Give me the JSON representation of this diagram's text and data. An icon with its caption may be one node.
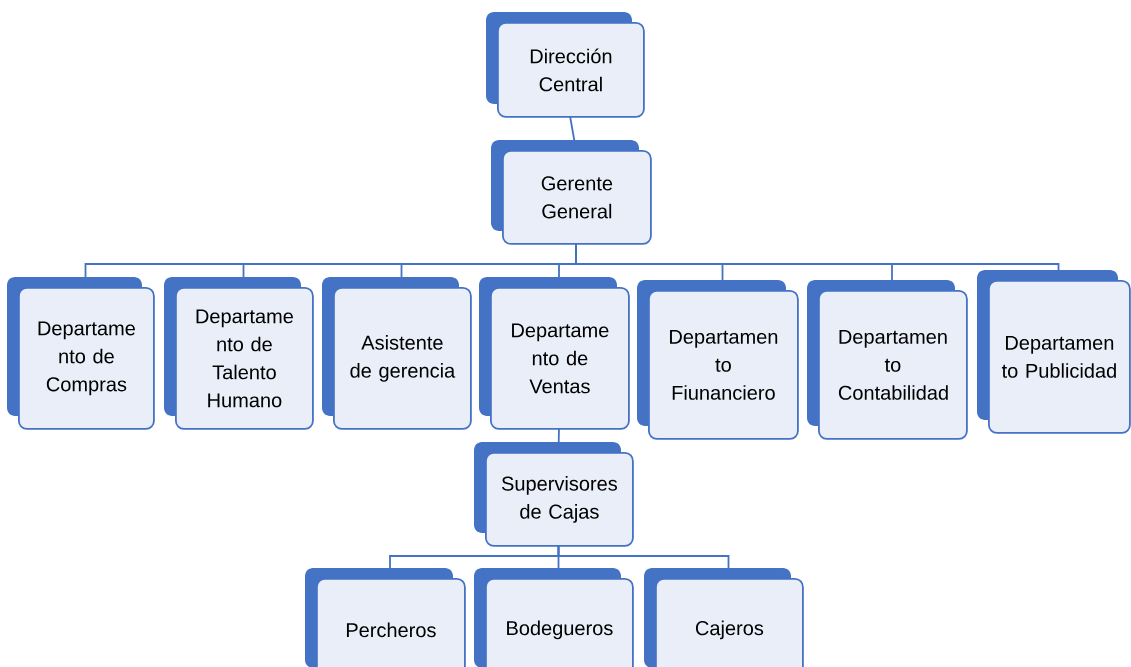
{
  "diagram": {
    "nodes": [
      {
        "text": [
          "Dirección Central"
        ]
      },
      {
        "text": [
          "Gerente General"
        ]
      },
      {
        "text": [
          "Departame nto de Compras"
        ]
      },
      {
        "text": [
          "Departame nto de Talento Humano"
        ]
      },
      {
        "text": [
          "Asistente de gerencia"
        ]
      },
      {
        "text": [
          "Departame nto de Ventas"
        ]
      },
      {
        "text": [
          "Departamen to Fiunanciero"
        ]
      },
      {
        "text": [
          "Departamen to Contabilidad"
        ]
      },
      {
        "text": [
          "Departamen to Publicidad"
        ]
      },
      {
        "text": [
          "Supervisores de Cajas"
        ]
      },
      {
        "text": [
          "Percheros"
        ]
      },
      {
        "text": [
          "Bodegueros"
        ]
      },
      {
        "text": [
          "Cajeros"
        ]
      }
    ],
    "edges": [
      {
        "from": 0,
        "to": 1,
        "arrow": "none"
      },
      {
        "from": 1,
        "to": 2,
        "arrow": "none"
      },
      {
        "from": 1,
        "to": 3,
        "arrow": "none"
      },
      {
        "from": 1,
        "to": 4,
        "arrow": "none"
      },
      {
        "from": 1,
        "to": 5,
        "arrow": "none"
      },
      {
        "from": 1,
        "to": 6,
        "arrow": "none"
      },
      {
        "from": 1,
        "to": 7,
        "arrow": "none"
      },
      {
        "from": 1,
        "to": 8,
        "arrow": "none"
      },
      {
        "from": 5,
        "to": 9,
        "arrow": "none"
      },
      {
        "from": 9,
        "to": 10,
        "arrow": "none"
      },
      {
        "from": 9,
        "to": 11,
        "arrow": "none"
      },
      {
        "from": 9,
        "to": 12,
        "arrow": "none"
      }
    ]
  }
}
